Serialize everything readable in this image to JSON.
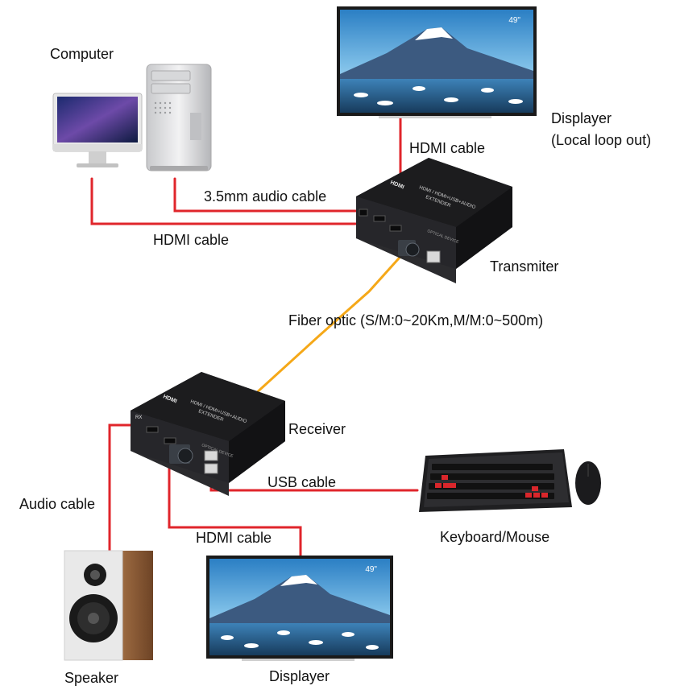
{
  "labels": {
    "computer": "Computer",
    "displayer_top": "Displayer",
    "local_loop_out": "(Local loop out)",
    "hdmi_cable_top": "HDMI cable",
    "audio_cable_35mm": "3.5mm audio cable",
    "hdmi_cable_computer": "HDMI cable",
    "transmitter": "Transmiter",
    "fiber_optic": "Fiber optic  (S/M:0~20Km,M/M:0~500m)",
    "receiver": "Receiver",
    "usb_cable": "USB cable",
    "audio_cable": "Audio cable",
    "hdmi_cable_bottom": "HDMI cable",
    "keyboard_mouse": "Keyboard/Mouse",
    "speaker": "Speaker",
    "displayer_bottom": "Displayer"
  },
  "screen_badge": "49\"",
  "device_text": {
    "model_line": "HDMI / HDMI+USB+AUDIO",
    "extender": "EXTENDER",
    "optical": "OPTICAL DEVICE",
    "rx": "RX"
  },
  "colors": {
    "cable_red": "#e0252b",
    "fiber_orange": "#f5a818",
    "device_body": "#1c1c1e"
  }
}
